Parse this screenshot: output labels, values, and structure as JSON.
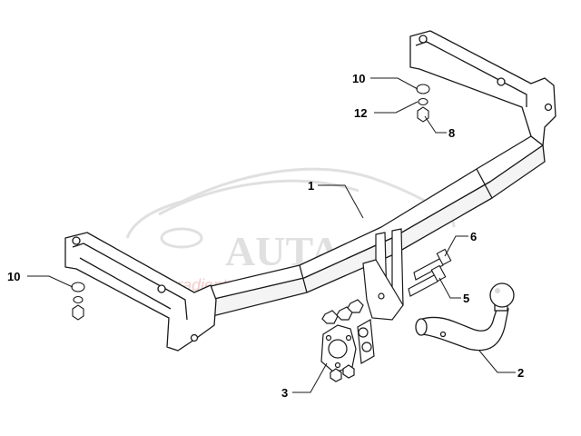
{
  "colors": {
    "line": "#1a1a1a",
    "fill": "#ffffff",
    "shade": "#d9d9d9",
    "watermark": "#c8c8c8",
    "watermark_accent": "#e8a0a0"
  },
  "watermark": {
    "brand": "AUTA",
    "subtitle": "autogradient"
  },
  "callouts": [
    {
      "id": "c1",
      "label": "1"
    },
    {
      "id": "c2",
      "label": "2"
    },
    {
      "id": "c3",
      "label": "3"
    },
    {
      "id": "c5",
      "label": "5"
    },
    {
      "id": "c6",
      "label": "6"
    },
    {
      "id": "c8",
      "label": "8"
    },
    {
      "id": "c10a",
      "label": "10"
    },
    {
      "id": "c10b",
      "label": "10"
    },
    {
      "id": "c12",
      "label": "12"
    }
  ]
}
